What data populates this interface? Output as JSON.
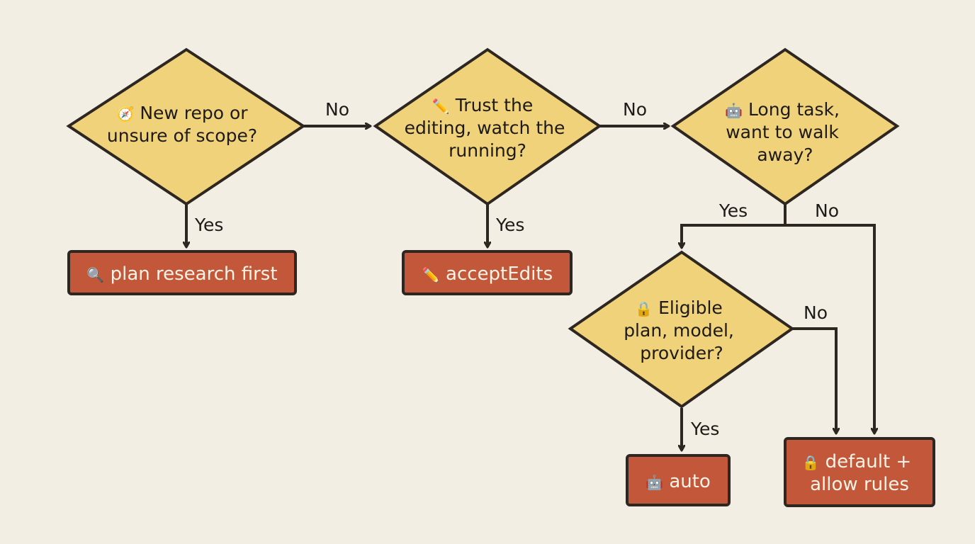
{
  "colors": {
    "background": "#f2eee3",
    "decision_fill": "#f0d27a",
    "outcome_fill": "#c2573a",
    "stroke": "#2e2620"
  },
  "decisions": {
    "new_repo": {
      "icon": "compass-icon",
      "glyph": "🧭",
      "lines": [
        "New repo or",
        "unsure of scope?"
      ]
    },
    "trust_editing": {
      "icon": "pencil-icon",
      "glyph": "✏️",
      "lines": [
        "Trust the",
        "editing, watch the",
        "running?"
      ]
    },
    "long_task": {
      "icon": "robot-icon",
      "glyph": "🤖",
      "lines": [
        "Long task,",
        "want to walk",
        "away?"
      ]
    },
    "eligible": {
      "icon": "lock-icon",
      "glyph": "🔒",
      "lines": [
        "Eligible",
        "plan, model,",
        "provider?"
      ]
    }
  },
  "outcomes": {
    "plan": {
      "icon": "magnifier-icon",
      "glyph": "🔍",
      "lines": [
        "plan research first"
      ]
    },
    "accept_edits": {
      "icon": "pencil-icon",
      "glyph": "✏️",
      "lines": [
        "acceptEdits"
      ]
    },
    "auto": {
      "icon": "robot-icon",
      "glyph": "🤖",
      "lines": [
        "auto"
      ]
    },
    "default": {
      "icon": "lock-icon",
      "glyph": "🔒",
      "lines": [
        "default +",
        "allow rules"
      ]
    }
  },
  "edge_labels": {
    "new_repo_no": "No",
    "new_repo_yes": "Yes",
    "trust_no": "No",
    "trust_yes": "Yes",
    "long_yes": "Yes",
    "long_no": "No",
    "eligible_no": "No",
    "eligible_yes": "Yes"
  }
}
